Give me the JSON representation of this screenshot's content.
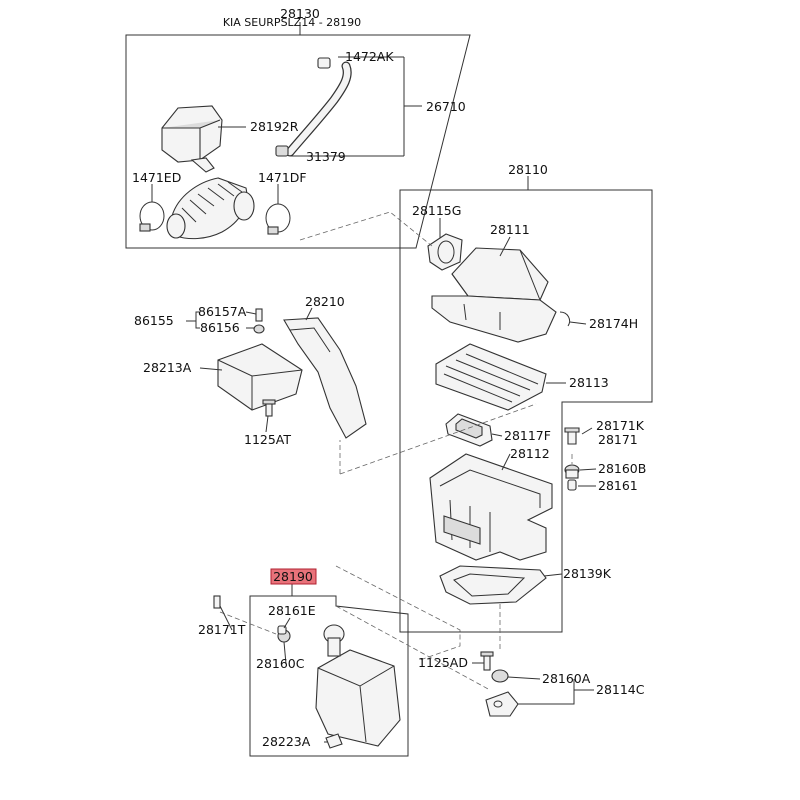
{
  "title": "KIA SEURPSLZ14 - 28190",
  "highlight_color": "#e8727a",
  "labels": {
    "p28130": "28130",
    "p1472AK": "1472AK",
    "p26710": "26710",
    "p28192R": "28192R",
    "p31379": "31379",
    "p1471ED": "1471ED",
    "p1471DF": "1471DF",
    "p28110": "28110",
    "p28115G": "28115G",
    "p28111": "28111",
    "p28174H": "28174H",
    "p86157A": "86157A",
    "p86155": "86155",
    "p86156": "86156",
    "p28210": "28210",
    "p28213A": "28213A",
    "p1125AT": "1125AT",
    "p28113": "28113",
    "p28117F": "28117F",
    "p28171K": "28171K",
    "p28171": "28171",
    "p28112": "28112",
    "p28160B": "28160B",
    "p28161": "28161",
    "p28139K": "28139K",
    "p28190": "28190",
    "p28171T": "28171T",
    "p28161E": "28161E",
    "p28160C": "28160C",
    "p1125AD": "1125AD",
    "p28160A": "28160A",
    "p28114C": "28114C",
    "p28223A": "28223A"
  }
}
